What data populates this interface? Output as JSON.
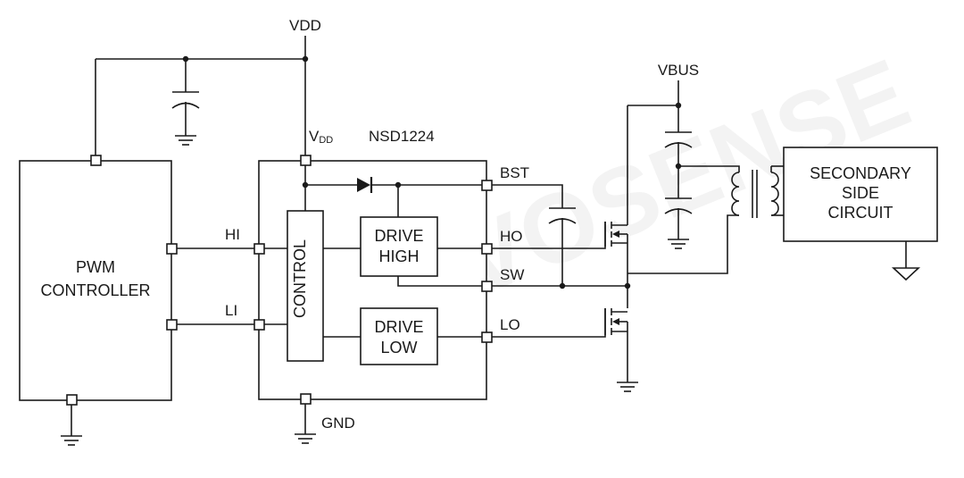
{
  "watermark": "NOVOSENSE",
  "labels": {
    "vdd_top": "VDD",
    "vdd_pin_main": "V",
    "vdd_pin_sub": "DD",
    "chip_name": "NSD1224",
    "gnd": "GND",
    "hi": "HI",
    "li": "LI",
    "bst": "BST",
    "ho": "HO",
    "sw": "SW",
    "lo": "LO",
    "vbus": "VBUS"
  },
  "blocks": {
    "pwm_line1": "PWM",
    "pwm_line2": "CONTROLLER",
    "control": "CONTROL",
    "drive_high_line1": "DRIVE",
    "drive_high_line2": "HIGH",
    "drive_low_line1": "DRIVE",
    "drive_low_line2": "LOW",
    "secondary_line1": "SECONDARY",
    "secondary_line2": "SIDE",
    "secondary_line3": "CIRCUIT"
  },
  "colors": {
    "line": "#1a1a1a",
    "background": "#ffffff"
  }
}
